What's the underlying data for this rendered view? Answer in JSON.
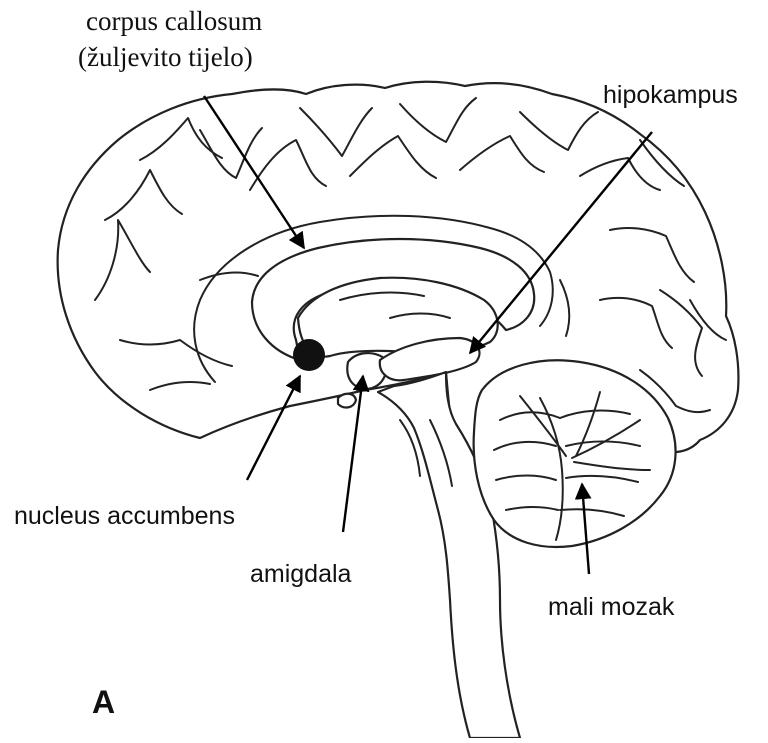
{
  "figure": {
    "panel_letter": "A",
    "labels": {
      "corpus_callosum_line1": "corpus callosum",
      "corpus_callosum_line2": "(žuljevito tijelo)",
      "hippocampus": "hipokampus",
      "nucleus_accumbens": "nucleus accumbens",
      "amygdala": "amigdala",
      "cerebellum": "mali mozak"
    }
  }
}
